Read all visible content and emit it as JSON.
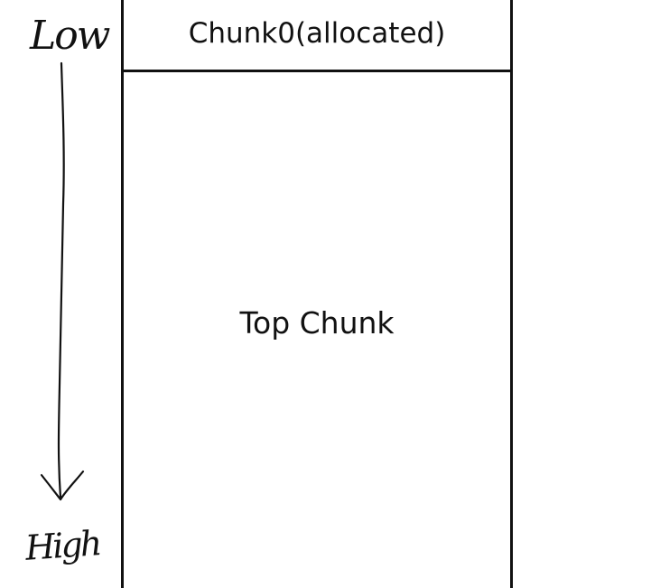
{
  "address_labels": {
    "low": "Low",
    "high": "High"
  },
  "heap": {
    "chunk0": "Chunk0(allocated)",
    "top_chunk": "Top Chunk"
  },
  "colors": {
    "ink": "#111111",
    "background": "#ffffff"
  }
}
